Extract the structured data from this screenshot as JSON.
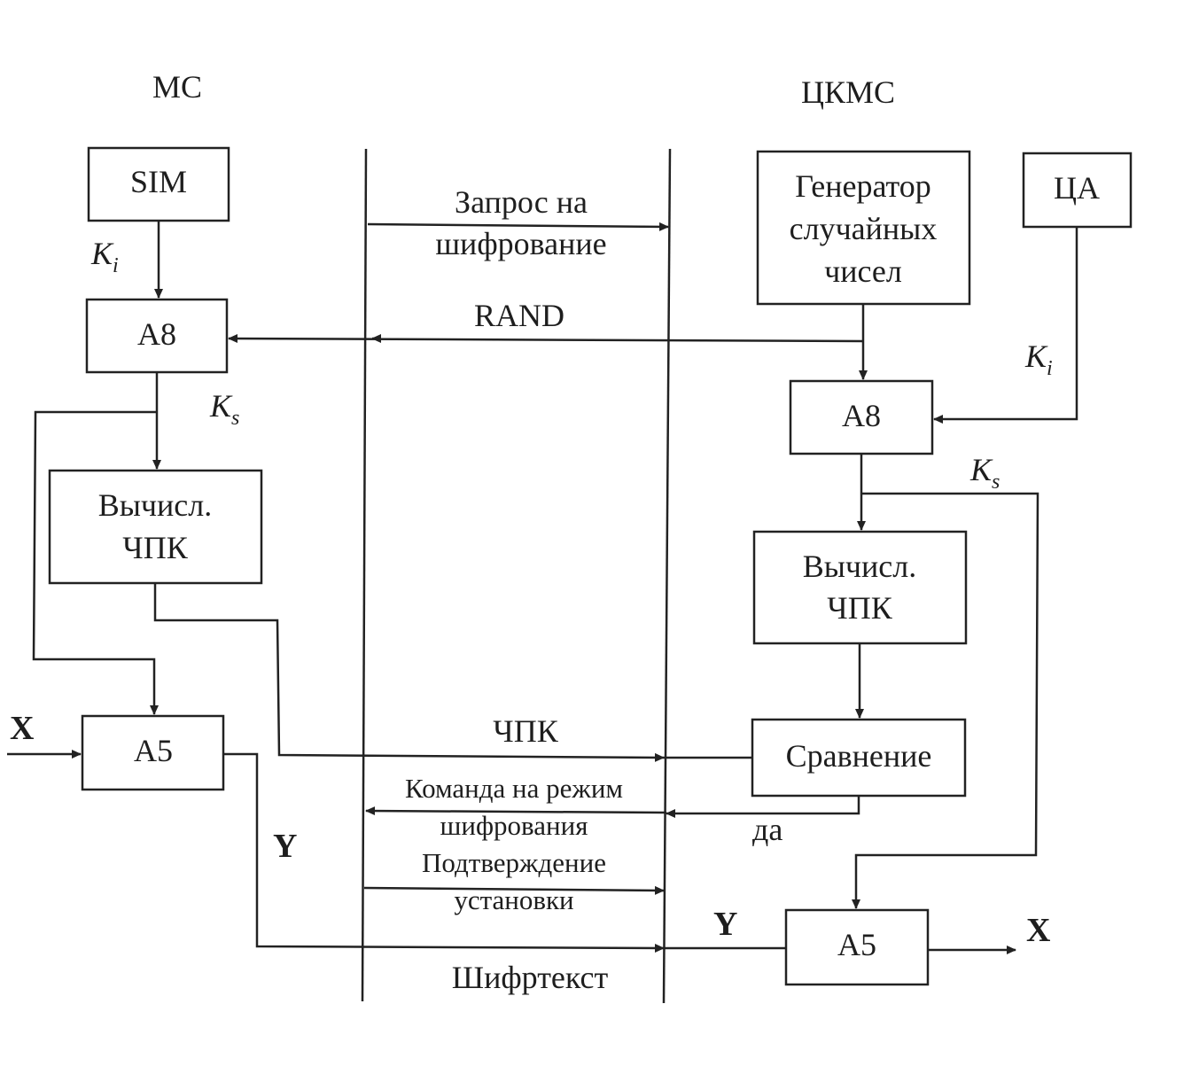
{
  "headers": {
    "ms": "МС",
    "ckms": "ЦКМС"
  },
  "blocks": {
    "sim": "SIM",
    "a8_left": "А8",
    "calc_left": [
      "Вычисл.",
      "ЧПК"
    ],
    "a5_left": "А5",
    "gen": [
      "Генератор",
      "случайных",
      "чисел"
    ],
    "ca": "ЦА",
    "a8_right": "А8",
    "calc_right": [
      "Вычисл.",
      "ЧПК"
    ],
    "compare": "Сравнение",
    "a5_right": "А5"
  },
  "messages": {
    "request": [
      "Запрос на",
      "шифрование"
    ],
    "rand": "RAND",
    "chpk": "ЧПК",
    "command": [
      "Команда на режим",
      "шифрования"
    ],
    "confirm": [
      "Подтверждение",
      "установки"
    ],
    "ciphertext": "Шифртекст"
  },
  "labels": {
    "ki": {
      "base": "K",
      "sub": "i"
    },
    "ks": {
      "base": "K",
      "sub": "s"
    },
    "x": "X",
    "y": "Y",
    "yes": "да"
  },
  "colors": {
    "ink": "#222222",
    "background": "#ffffff"
  }
}
